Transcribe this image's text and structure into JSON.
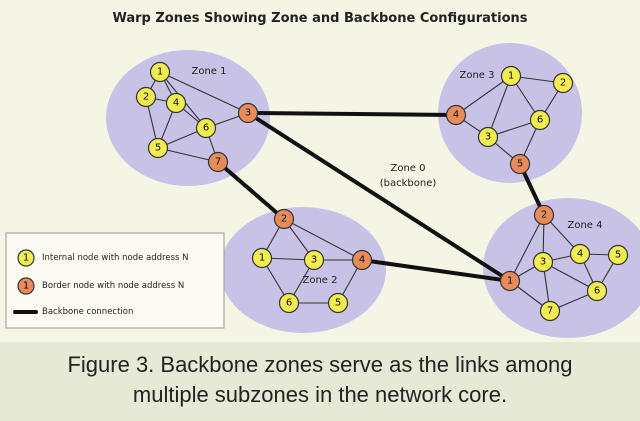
{
  "title": "Warp Zones Showing Zone and Backbone Configurations",
  "zones": [
    {
      "label": "Zone 1"
    },
    {
      "label": "Zone 2"
    },
    {
      "label": "Zone 3"
    },
    {
      "label": "Zone 4"
    }
  ],
  "backbone_zone": {
    "line1": "Zone 0",
    "line2": "(backbone)"
  },
  "legend": {
    "internal": "Internal node with node address N",
    "border": "Border node with node address N",
    "backbone": "Backbone connection",
    "internal_symbol": "1",
    "border_symbol": "1"
  },
  "nodes": [
    {
      "id": "z1n1",
      "label": "1",
      "type": "internal"
    },
    {
      "id": "z1n2",
      "label": "2",
      "type": "internal"
    },
    {
      "id": "z1n4",
      "label": "4",
      "type": "internal"
    },
    {
      "id": "z1n5",
      "label": "5",
      "type": "internal"
    },
    {
      "id": "z1n6",
      "label": "6",
      "type": "internal"
    },
    {
      "id": "z1n3",
      "label": "3",
      "type": "border"
    },
    {
      "id": "z1n7",
      "label": "7",
      "type": "border"
    },
    {
      "id": "z2n1",
      "label": "1",
      "type": "internal"
    },
    {
      "id": "z2n3",
      "label": "3",
      "type": "internal"
    },
    {
      "id": "z2n6",
      "label": "6",
      "type": "internal"
    },
    {
      "id": "z2n5",
      "label": "5",
      "type": "internal"
    },
    {
      "id": "z2n2",
      "label": "2",
      "type": "border"
    },
    {
      "id": "z2n4",
      "label": "4",
      "type": "border"
    },
    {
      "id": "z3n1",
      "label": "1",
      "type": "internal"
    },
    {
      "id": "z3n2",
      "label": "2",
      "type": "internal"
    },
    {
      "id": "z3n3",
      "label": "3",
      "type": "internal"
    },
    {
      "id": "z3n6",
      "label": "6",
      "type": "internal"
    },
    {
      "id": "z3n4",
      "label": "4",
      "type": "border"
    },
    {
      "id": "z3n5",
      "label": "5",
      "type": "border"
    },
    {
      "id": "z4n3",
      "label": "3",
      "type": "internal"
    },
    {
      "id": "z4n4",
      "label": "4",
      "type": "internal"
    },
    {
      "id": "z4n5",
      "label": "5",
      "type": "internal"
    },
    {
      "id": "z4n6",
      "label": "6",
      "type": "internal"
    },
    {
      "id": "z4n7",
      "label": "7",
      "type": "internal"
    },
    {
      "id": "z4n1",
      "label": "1",
      "type": "border"
    },
    {
      "id": "z4n2",
      "label": "2",
      "type": "border"
    }
  ],
  "internal_links": [
    [
      "z1n1",
      "z1n2"
    ],
    [
      "z1n1",
      "z1n4"
    ],
    [
      "z1n1",
      "z1n6"
    ],
    [
      "z1n1",
      "z1n3"
    ],
    [
      "z1n2",
      "z1n4"
    ],
    [
      "z1n2",
      "z1n5"
    ],
    [
      "z1n4",
      "z1n6"
    ],
    [
      "z1n4",
      "z1n5"
    ],
    [
      "z1n5",
      "z1n6"
    ],
    [
      "z1n5",
      "z1n7"
    ],
    [
      "z1n6",
      "z1n3"
    ],
    [
      "z1n6",
      "z1n7"
    ],
    [
      "z2n2",
      "z2n1"
    ],
    [
      "z2n2",
      "z2n3"
    ],
    [
      "z2n2",
      "z2n4"
    ],
    [
      "z2n1",
      "z2n3"
    ],
    [
      "z2n1",
      "z2n6"
    ],
    [
      "z2n3",
      "z2n4"
    ],
    [
      "z2n6",
      "z2n5"
    ],
    [
      "z2n5",
      "z2n4"
    ],
    [
      "z2n6",
      "z2n3"
    ],
    [
      "z3n4",
      "z3n1"
    ],
    [
      "z3n4",
      "z3n3"
    ],
    [
      "z3n1",
      "z3n2"
    ],
    [
      "z3n1",
      "z3n6"
    ],
    [
      "z3n2",
      "z3n6"
    ],
    [
      "z3n3",
      "z3n6"
    ],
    [
      "z3n3",
      "z3n5"
    ],
    [
      "z3n1",
      "z3n3"
    ],
    [
      "z3n5",
      "z3n6"
    ],
    [
      "z4n2",
      "z4n1"
    ],
    [
      "z4n2",
      "z4n3"
    ],
    [
      "z4n2",
      "z4n4"
    ],
    [
      "z4n1",
      "z4n3"
    ],
    [
      "z4n3",
      "z4n4"
    ],
    [
      "z4n4",
      "z4n5"
    ],
    [
      "z4n4",
      "z4n6"
    ],
    [
      "z4n5",
      "z4n6"
    ],
    [
      "z4n6",
      "z4n7"
    ],
    [
      "z4n7",
      "z4n3"
    ],
    [
      "z4n1",
      "z4n7"
    ],
    [
      "z4n3",
      "z4n6"
    ]
  ],
  "backbone_links": [
    [
      "z1n3",
      "z3n4"
    ],
    [
      "z1n3",
      "z4n1"
    ],
    [
      "z1n7",
      "z2n2"
    ],
    [
      "z2n4",
      "z4n1"
    ],
    [
      "z3n5",
      "z4n2"
    ]
  ],
  "caption": {
    "line1": "Figure 3. Backbone zones serve as the links among",
    "line2": "multiple subzones in the network core."
  },
  "colors": {
    "zone_fill": "#c8c2e6",
    "internal_fill": "#f1ec4f",
    "border_fill": "#e88b5b",
    "backbone": "#111111"
  }
}
